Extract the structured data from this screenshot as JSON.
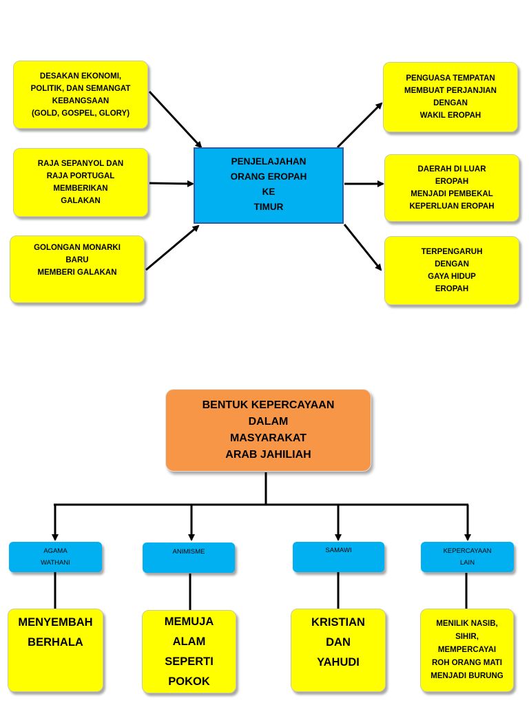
{
  "diagram1": {
    "center": [
      "PENJELAJAHAN",
      "ORANG EROPAH",
      "KE",
      "TIMUR"
    ],
    "causes": [
      [
        "DESAKAN EKONOMI,",
        "POLITIK, DAN SEMANGAT",
        "KEBANGSAAN",
        "(GOLD, GOSPEL, GLORY)"
      ],
      [
        "RAJA SEPANYOL DAN",
        "RAJA PORTUGAL",
        "MEMBERIKAN",
        "GALAKAN"
      ],
      [
        "GOLONGAN MONARKI",
        "BARU",
        "MEMBERI GALAKAN"
      ]
    ],
    "effects": [
      [
        "PENGUASA TEMPATAN",
        "MEMBUAT PERJANJIAN",
        "DENGAN",
        "WAKIL EROPAH"
      ],
      [
        "DAERAH DI LUAR",
        "EROPAH",
        "MENJADI PEMBEKAL",
        "KEPERLUAN EROPAH"
      ],
      [
        "TERPENGARUH",
        "DENGAN",
        "GAYA HIDUP",
        "EROPAH"
      ]
    ],
    "colors": {
      "box": "#ffff00",
      "center": "#00b0f0",
      "arrow": "#000000"
    }
  },
  "diagram2": {
    "root": [
      "BENTUK KEPERCAYAAN",
      "DALAM",
      "MASYARAKAT",
      "ARAB JAHILIAH"
    ],
    "categories": [
      [
        "AGAMA",
        "WATHANI"
      ],
      [
        "ANIMISME"
      ],
      [
        "SAMAWI"
      ],
      [
        "KEPERCAYAAN",
        "LAIN"
      ]
    ],
    "details": [
      [
        "MENYEMBAH",
        "BERHALA"
      ],
      [
        "MEMUJA",
        "ALAM",
        "SEPERTI",
        "POKOK"
      ],
      [
        "KRISTIAN",
        "DAN",
        "YAHUDI"
      ],
      [
        "MENILIK NASIB,",
        "SIHIR,",
        "MEMPERCAYAI",
        "ROH ORANG MATI",
        "MENJADI BURUNG"
      ]
    ],
    "colors": {
      "root": "#f79646",
      "category": "#00b0f0",
      "detail": "#ffff00"
    }
  }
}
